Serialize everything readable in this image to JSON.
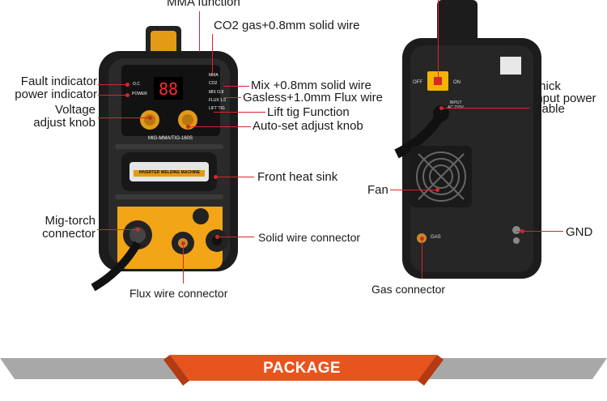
{
  "front_labels": {
    "mma_function": "MMA function",
    "co2_gas": "CO2 gas+0.8mm solid wire",
    "fault_indicator": "Fault indicator",
    "power_indicator": "power indicator",
    "mix_solid": "Mix +0.8mm solid wire",
    "gasless_flux": "Gasless+1.0mm Flux wire",
    "voltage_adjust_line1": "Voltage",
    "voltage_adjust_line2": "adjust knob",
    "lift_tig": "Lift tig Function",
    "auto_set": "Auto-set adjust knob",
    "front_heat_sink": "Front heat sink",
    "mig_torch_line1": "Mig-torch",
    "mig_torch_line2": "connector",
    "solid_wire_connector": "Solid wire connector",
    "flux_wire_connector": "Flux wire connector"
  },
  "rear_labels": {
    "thick_cable_line1": "Thick",
    "thick_cable_line2": "input power",
    "thick_cable_line3": "cable",
    "fan": "Fan",
    "gnd": "GND",
    "gas_connector": "Gas connector"
  },
  "device_text": {
    "display": "88",
    "model": "MIG-MMA/TIG-160S",
    "heat_sink_plate": "INVERTER WELDING MACHINE",
    "btn_oc": "O.C",
    "btn_power": "POWER",
    "mode_mma": "MMA",
    "mode_co2": "CO2",
    "mode_mix": "MIX O.8",
    "mode_flux": "FLUX 1.0",
    "mode_lift": "LIFT TIG",
    "switch_off": "OFF",
    "switch_on": "ON",
    "input_line1": "INPUT",
    "input_line2": "AC 220V",
    "gas_mark": "GAS"
  },
  "banner": {
    "label": "PACKAGE"
  },
  "colors": {
    "accent": "#d8262a",
    "banner_orange": "#e8541e",
    "banner_grey": "#9a9a9a",
    "body_yellow": "#f2a516"
  }
}
